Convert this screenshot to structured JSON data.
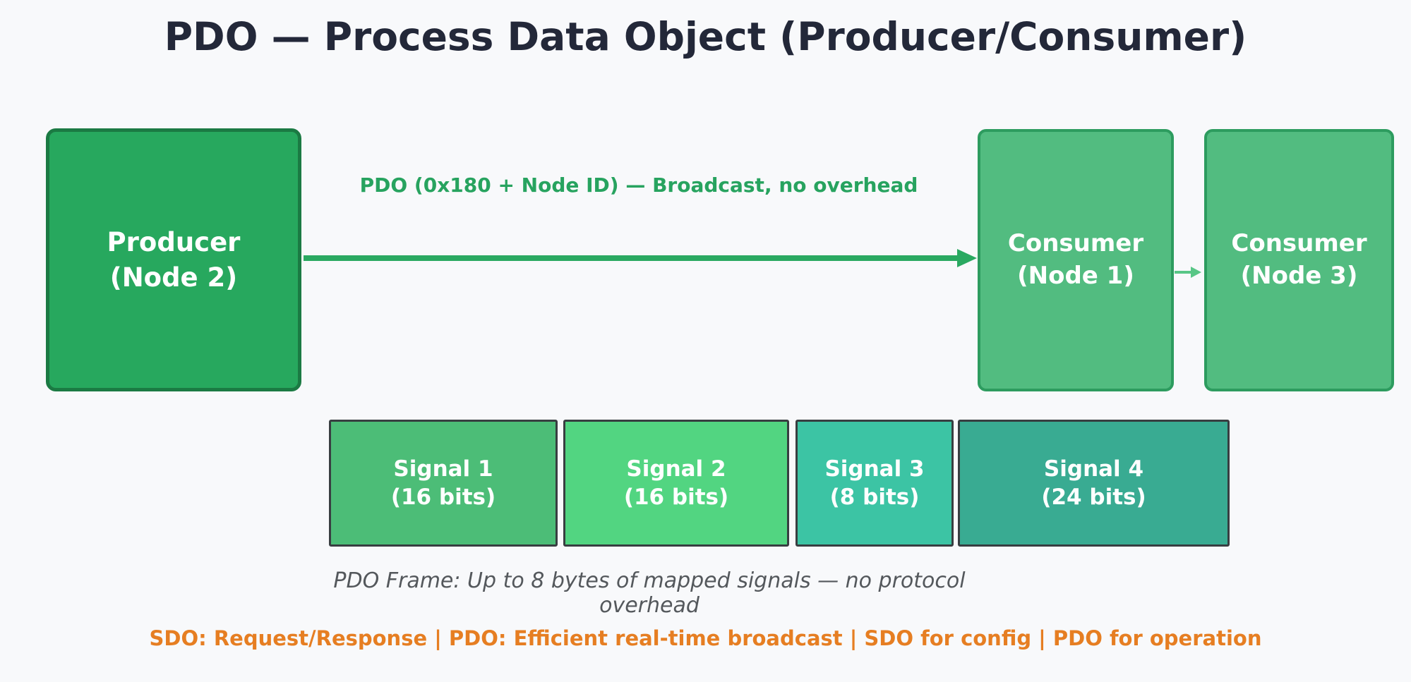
{
  "page": {
    "background": "#f8f9fb"
  },
  "title": {
    "text": "PDO — Process Data Object (Producer/Consumer)",
    "color": "#232839"
  },
  "diagram": {
    "producer": {
      "line1": "Producer",
      "line2": "(Node 2)",
      "fill": "#27a85e",
      "border": "#1b7a43"
    },
    "main_arrow": {
      "label": "PDO (0x180 + Node ID) — Broadcast, no overhead",
      "color": "#2aa961",
      "label_color": "#27a35f"
    },
    "consumers": [
      {
        "line1": "Consumer",
        "line2": "(Node 1)"
      },
      {
        "line1": "Consumer",
        "line2": "(Node 3)"
      }
    ],
    "consumer_style": {
      "fill": "#52bc80",
      "border": "#2d9c5f"
    },
    "relay_arrow_color": "#58c686",
    "signals": [
      {
        "line1": "Signal 1",
        "line2": "(16 bits)",
        "fill": "#4cbd77"
      },
      {
        "line1": "Signal 2",
        "line2": "(16 bits)",
        "fill": "#52d581"
      },
      {
        "line1": "Signal 3",
        "line2": "(8 bits)",
        "fill": "#3cc4a4"
      },
      {
        "line1": "Signal 4",
        "line2": "(24 bits)",
        "fill": "#39ab92"
      }
    ],
    "signal_border": "#383e41",
    "caption": "PDO Frame: Up to 8 bytes of mapped signals — no protocol overhead"
  },
  "footer": {
    "text": "SDO: Request/Response  |  PDO: Efficient real-time broadcast  |  SDO for config  |  PDO for operation",
    "color": "#e67e22"
  }
}
